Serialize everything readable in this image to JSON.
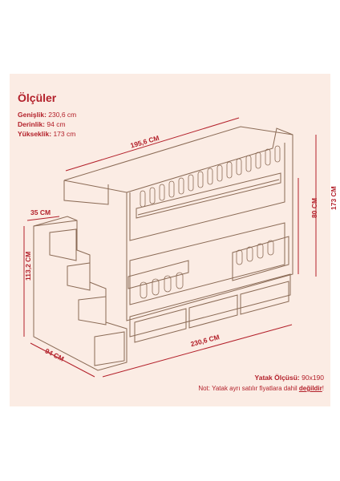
{
  "title": "Ölçüler",
  "specs": [
    {
      "label": "Genişlik:",
      "value": "230,6 cm"
    },
    {
      "label": "Derinlik:",
      "value": "94 cm"
    },
    {
      "label": "Yükseklik:",
      "value": "173 cm"
    }
  ],
  "dimensions": {
    "top_width": "195,6 CM",
    "step_depth": "35 CM",
    "stairs_height": "113,2 CM",
    "bottom_depth": "94 CM",
    "total_width": "230,6 CM",
    "upper_height": "80 CM",
    "total_height": "173 CM"
  },
  "footer": {
    "size_label": "Yatak Ölçüsü:",
    "size_value": "90x190",
    "note_prefix": "Not: Yatak ayrı satılır fiyatlara dahil ",
    "note_negation": "değildir",
    "note_suffix": "!"
  },
  "colors": {
    "accent": "#b3202a",
    "background": "#fbece4",
    "line": "#8a6a55"
  }
}
